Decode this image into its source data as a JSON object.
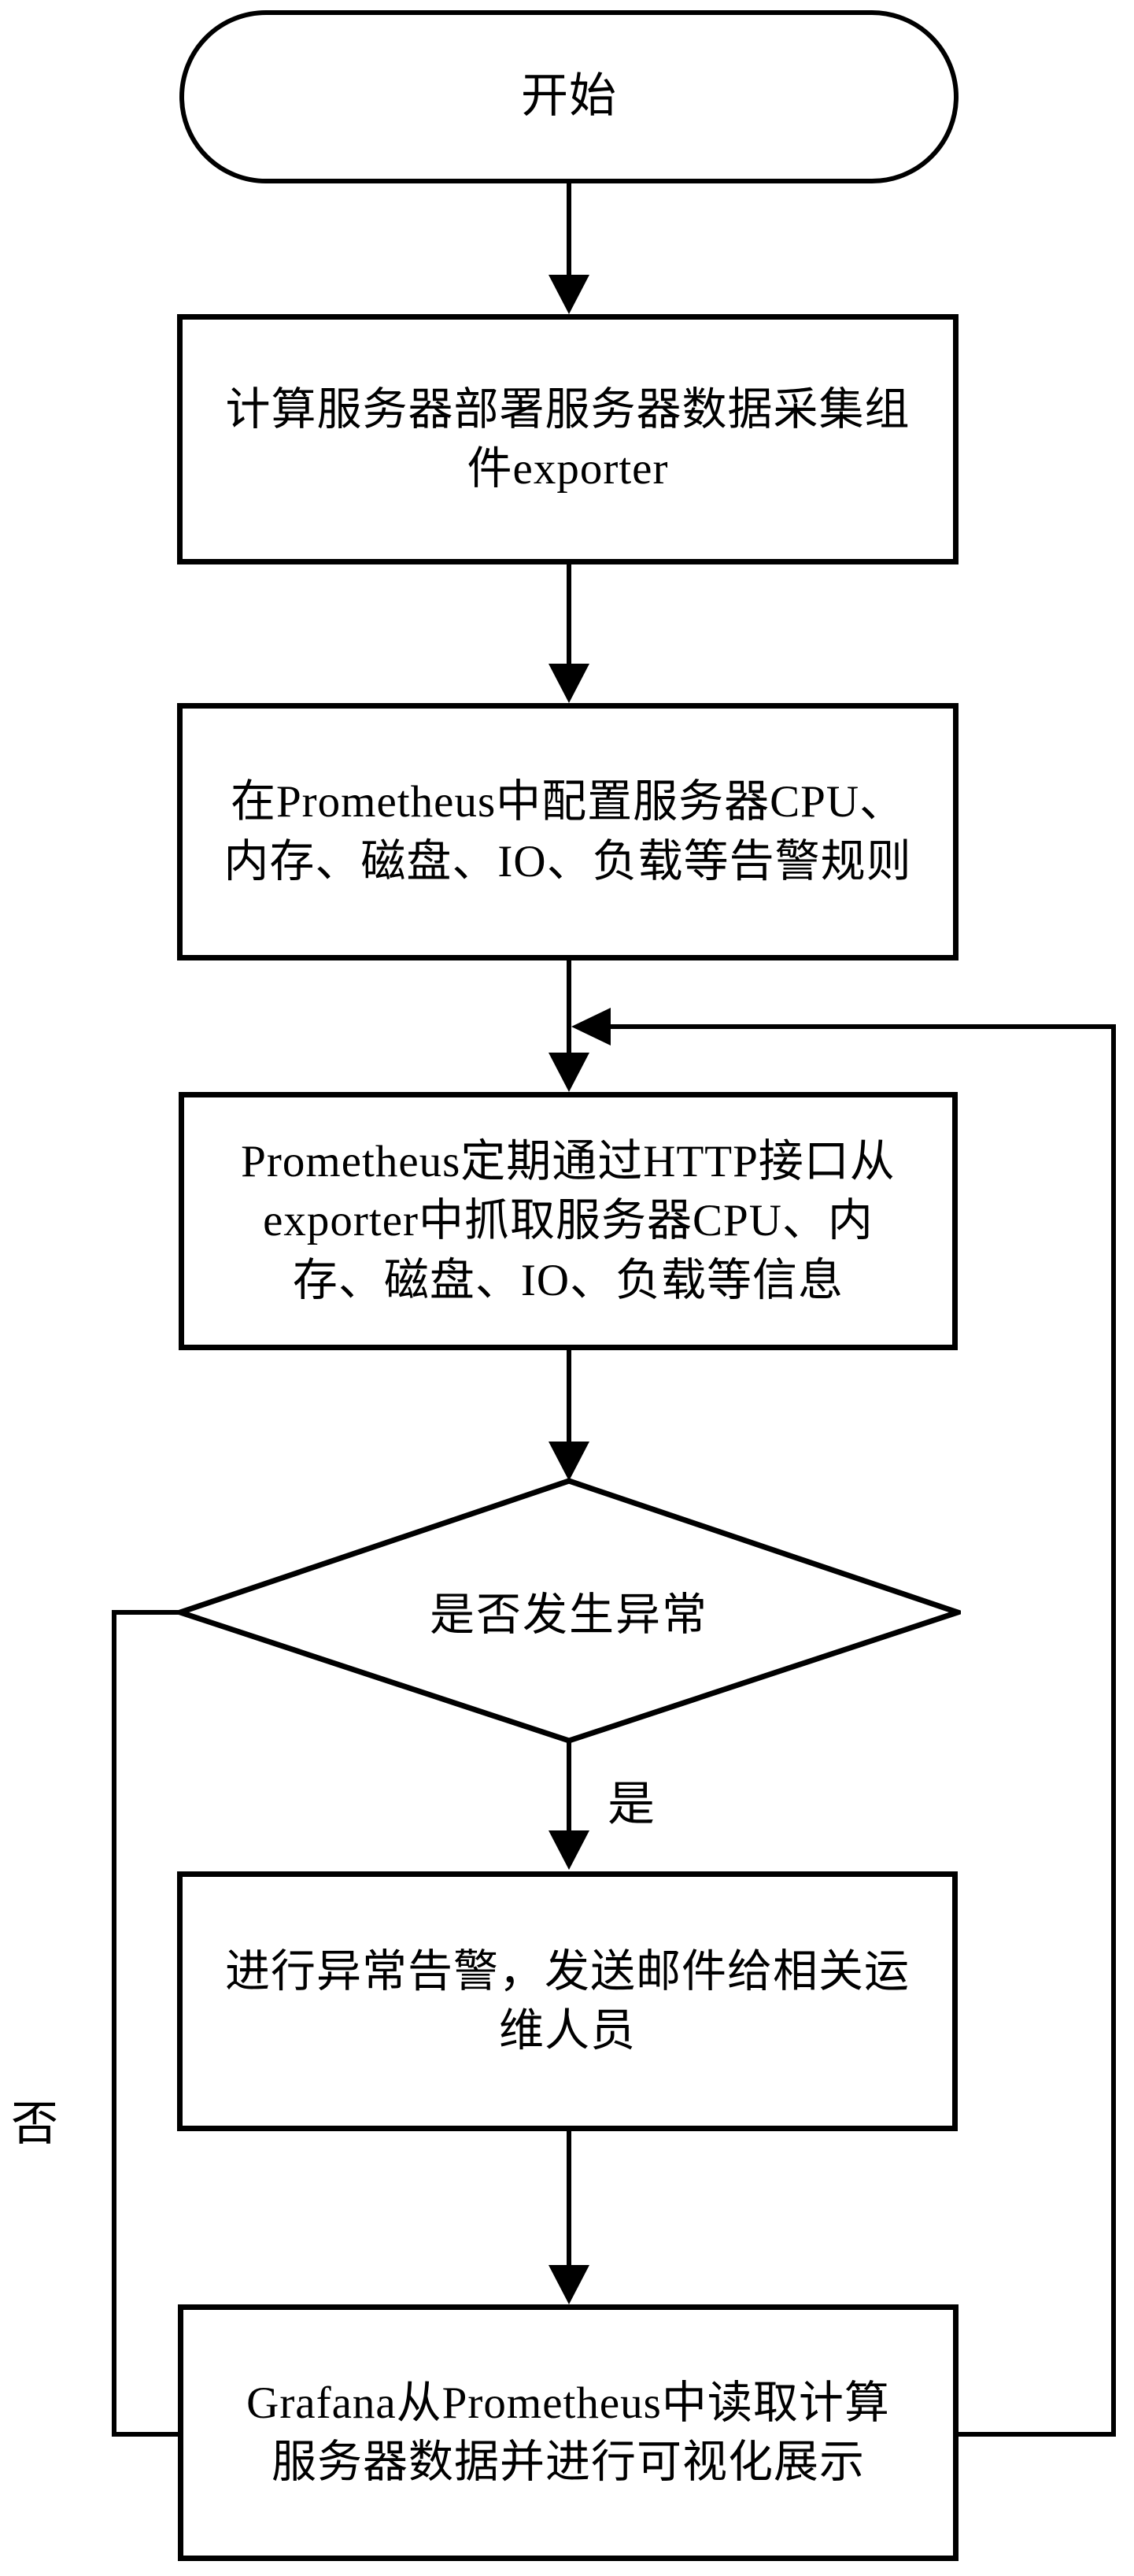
{
  "figure": {
    "type": "flowchart",
    "background_color": "#ffffff",
    "stroke_color": "#000000"
  },
  "nodes": {
    "start": {
      "type": "terminator",
      "label": "开始"
    },
    "deploy_exporter": {
      "type": "process",
      "label": "计算服务器部署服务器数据采集组\n件exporter"
    },
    "configure_rules": {
      "type": "process",
      "label": "在Prometheus中配置服务器CPU、\n内存、磁盘、IO、负载等告警规则"
    },
    "scrape_metrics": {
      "type": "process",
      "label": "Prometheus定期通过HTTP接口从\nexporter中抓取服务器CPU、内\n存、磁盘、IO、负载等信息"
    },
    "decision_abnormal": {
      "type": "decision",
      "label": "是否发生异常"
    },
    "alert_email": {
      "type": "process",
      "label": "进行异常告警，发送邮件给相关运\n维人员"
    },
    "grafana_visualize": {
      "type": "process",
      "label": "Grafana从Prometheus中读取计算\n服务器数据并进行可视化展示"
    }
  },
  "edge_labels": {
    "yes": "是",
    "no": "否"
  },
  "edges": [
    {
      "from": "start",
      "to": "deploy_exporter"
    },
    {
      "from": "deploy_exporter",
      "to": "configure_rules"
    },
    {
      "from": "configure_rules",
      "to": "scrape_metrics"
    },
    {
      "from": "scrape_metrics",
      "to": "decision_abnormal"
    },
    {
      "from": "decision_abnormal",
      "to": "alert_email",
      "label": "是"
    },
    {
      "from": "alert_email",
      "to": "grafana_visualize"
    },
    {
      "from": "decision_abnormal",
      "to": "grafana_visualize",
      "label": "否"
    },
    {
      "from": "grafana_visualize",
      "to": "scrape_metrics",
      "label": ""
    }
  ]
}
